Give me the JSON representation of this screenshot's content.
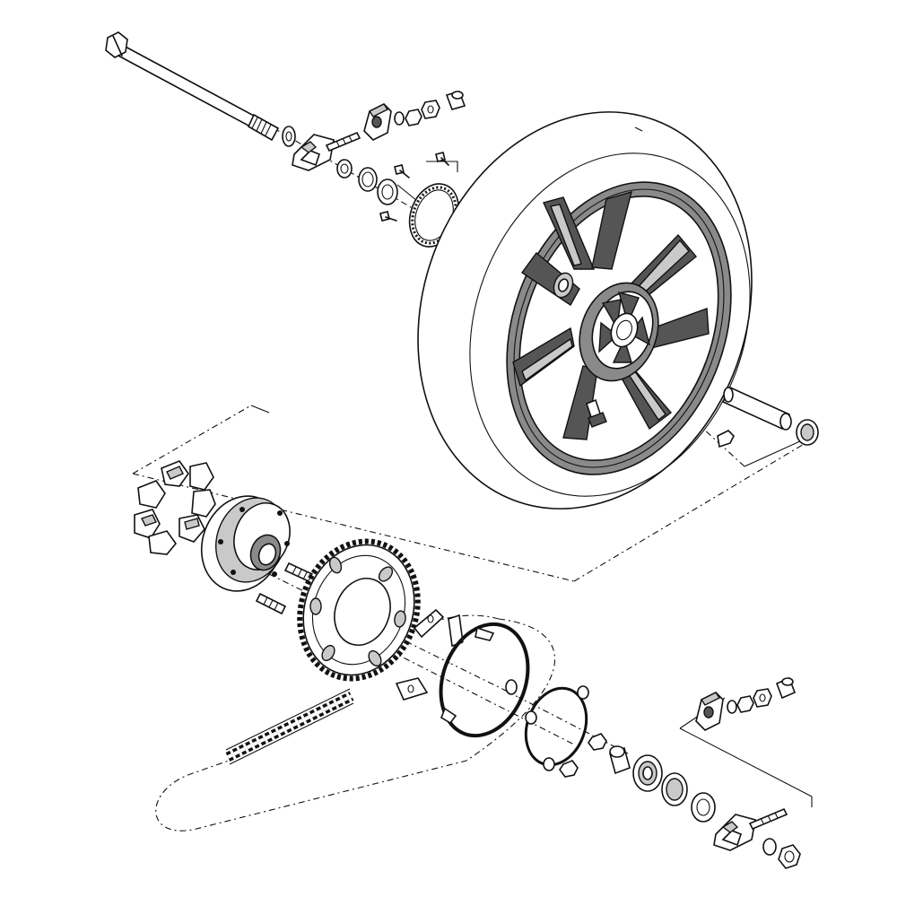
{
  "diagram": {
    "colors": {
      "line": "#111111",
      "background": "#ffffff",
      "rim_fill": "#8a8a8a",
      "spoke_dark": "#555555",
      "light_fill": "#c9c9c9"
    },
    "parts": [
      "rear-axle",
      "axle-washer",
      "chain-adjuster-left",
      "adjuster-block-left",
      "adjuster-nuts-left",
      "axle-collar-left",
      "wheel-bearing-left",
      "abs-sensor-ring",
      "rear-tire",
      "rear-wheel-rim",
      "axle-spacer-right",
      "dust-seal-right",
      "valve-stem",
      "hub-dampers",
      "sprocket-carrier",
      "carrier-studs",
      "rear-sprocket",
      "lock-washers",
      "drive-chain",
      "chain-guard-ring",
      "carrier-cover",
      "sprocket-nuts",
      "carrier-collar",
      "carrier-bearing",
      "carrier-seal",
      "chain-adjuster-right",
      "adjuster-block-right",
      "adjuster-nuts-right",
      "axle-nut"
    ]
  }
}
